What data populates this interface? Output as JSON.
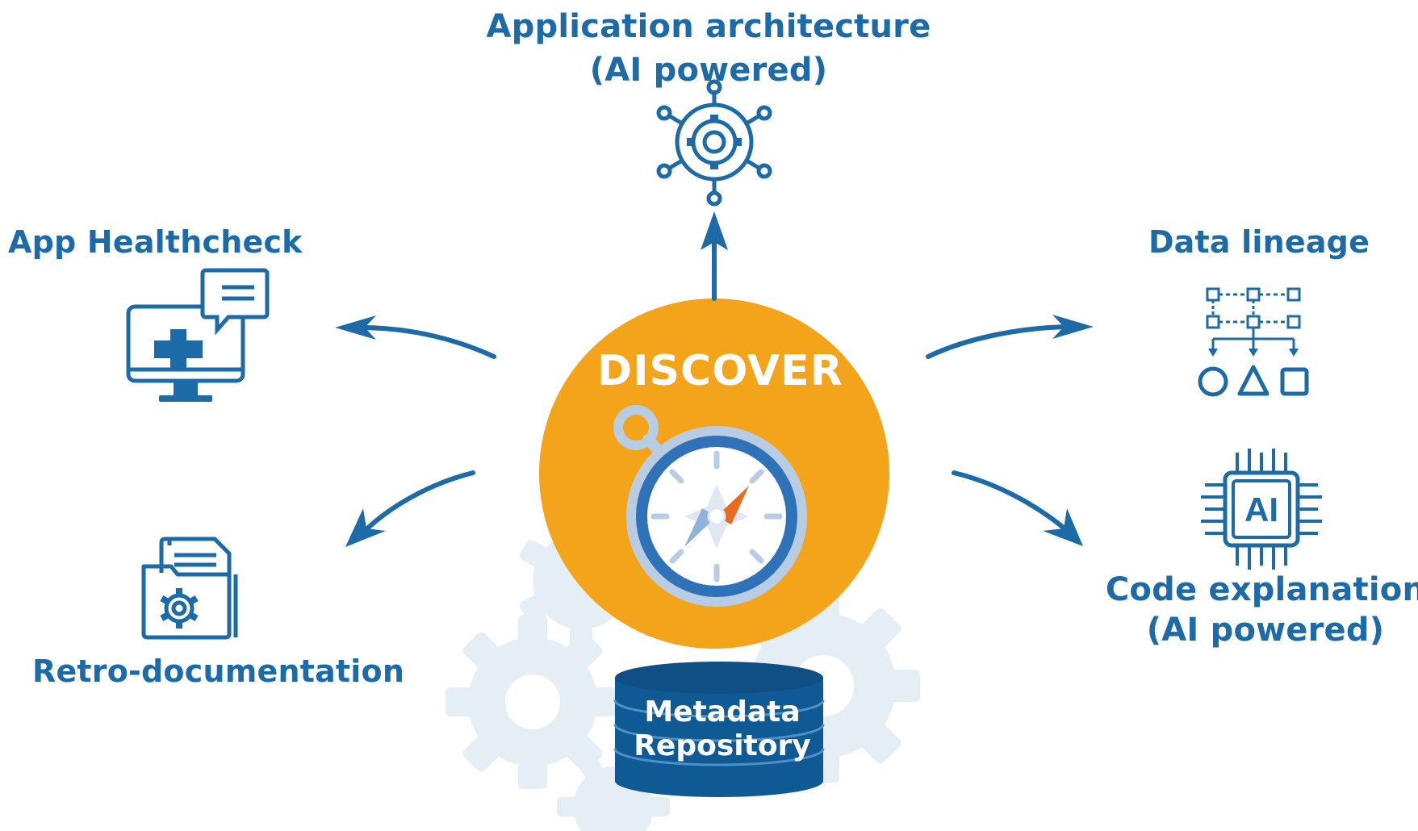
{
  "center": {
    "title": "DISCOVER",
    "color": "#f4a41a"
  },
  "nodes": {
    "architecture": {
      "line1": "Application architecture",
      "line2": "(AI powered)",
      "icon": "network-gear-icon"
    },
    "healthcheck": {
      "label": "App Healthcheck",
      "icon": "monitor-medical-chat-icon"
    },
    "retro": {
      "label": "Retro-documentation",
      "icon": "folder-gear-icon"
    },
    "lineage": {
      "label": "Data lineage",
      "icon": "flow-diagram-icon"
    },
    "code": {
      "line1": "Code explanation",
      "line2": "(AI powered)",
      "icon": "ai-chip-icon",
      "chip_text": "AI"
    }
  },
  "repository": {
    "line1": "Metadata",
    "line2": "Repository",
    "icon": "database-icon"
  },
  "colors": {
    "primary_blue": "#1c6aa8",
    "dark_blue": "#0f4f86",
    "orange": "#f4a41a",
    "light_gear": "#e6eef5"
  }
}
